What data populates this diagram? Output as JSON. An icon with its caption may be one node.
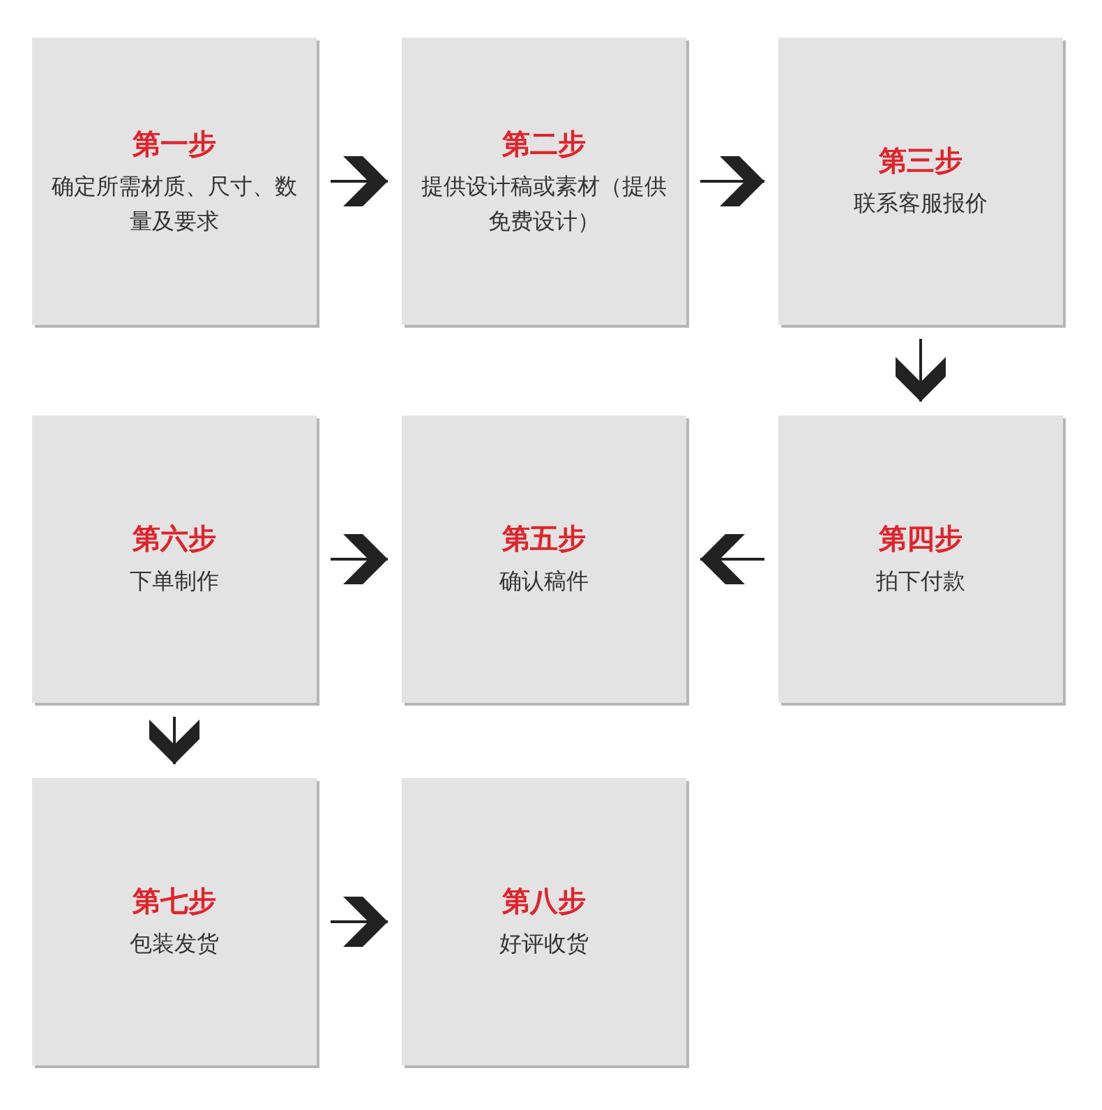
{
  "diagram": {
    "nodes": [
      {
        "text": [
          "第一步",
          "确定所需材质、尺寸、数量及要求"
        ]
      },
      {
        "text": [
          "第二步",
          "提供设计稿或素材（提供免费设计）"
        ]
      },
      {
        "text": [
          "第三步",
          "联系客服报价"
        ]
      },
      {
        "text": [
          "第六步",
          "下单制作"
        ]
      },
      {
        "text": [
          "第五步",
          "确认稿件"
        ]
      },
      {
        "text": [
          "第四步",
          "拍下付款"
        ]
      },
      {
        "text": [
          "第七步",
          "包装发货"
        ]
      },
      {
        "text": [
          "第八步",
          "好评收货"
        ]
      }
    ],
    "edges": [
      {
        "from": 0,
        "to": 1,
        "arrow": "to"
      },
      {
        "from": 1,
        "to": 2,
        "arrow": "to"
      },
      {
        "from": 2,
        "to": 5,
        "arrow": "to"
      },
      {
        "from": 5,
        "to": 4,
        "arrow": "to"
      },
      {
        "from": 3,
        "to": 4,
        "arrow": "to"
      },
      {
        "from": 3,
        "to": 6,
        "arrow": "to"
      },
      {
        "from": 6,
        "to": 7,
        "arrow": "to"
      }
    ]
  }
}
